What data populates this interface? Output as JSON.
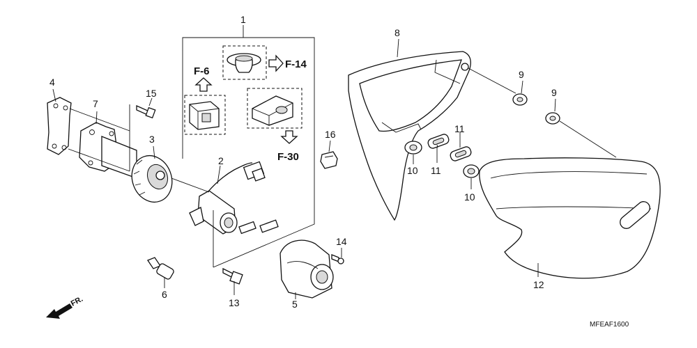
{
  "callouts": {
    "p1": "1",
    "p2": "2",
    "p3": "3",
    "p4": "4",
    "p5": "5",
    "p6": "6",
    "p7": "7",
    "p8": "8",
    "p9a": "9",
    "p9b": "9",
    "p10a": "10",
    "p10b": "10",
    "p11a": "11",
    "p11b": "11",
    "p12": "12",
    "p13": "13",
    "p14": "14",
    "p15": "15",
    "p16": "16"
  },
  "references": {
    "f6": "F-6",
    "f14": "F-14",
    "f30": "F-30"
  },
  "front_marker": "FR.",
  "diagram_code": "MFEAF1600"
}
